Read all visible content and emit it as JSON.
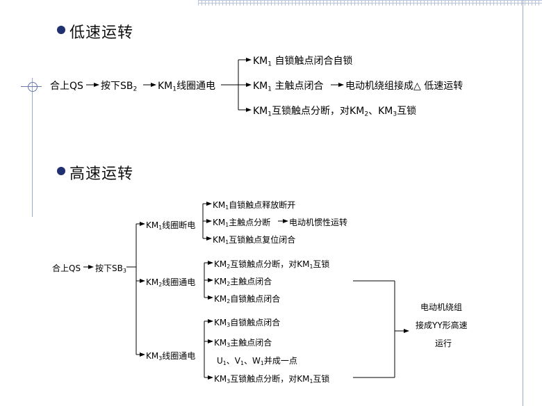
{
  "sections": {
    "low": {
      "title": "低速运转",
      "start": "合上QS",
      "press": "按下SB",
      "press_sub": "2",
      "coil": "KM",
      "coil_sub": "1",
      "coil_rest": "线圈通电",
      "b1_km": "KM",
      "b1_sub": "1",
      "b1_text": "自锁触点闭合自锁",
      "b2_km": "KM",
      "b2_sub": "1",
      "b2_text": "主触点闭合",
      "b2_result": "电动机绕组接成△ 低速运转",
      "b3_km": "KM",
      "b3_sub": "1",
      "b3_text": "互锁触点分断，对KM",
      "b3_sub2": "2",
      "b3_mid": "、KM",
      "b3_sub3": "3",
      "b3_end": "互锁"
    },
    "high": {
      "title": "高速运转",
      "start": "合上QS",
      "press": "按下SB",
      "press_sub": "3",
      "g1": {
        "km": "KM",
        "sub": "1",
        "rest": "线圈断电",
        "i1": "自锁触点释放断开",
        "i2": "主触点分断",
        "i2_result": "电动机惯性运转",
        "i3": "互锁触点复位闭合"
      },
      "g2": {
        "km": "KM",
        "sub": "2",
        "rest": "线圈通电",
        "i1": "互锁触点分断，对KM",
        "i1_sub": "1",
        "i1_end": "互锁",
        "i2": "主触点闭合",
        "i3": "自锁触点闭合"
      },
      "g3": {
        "km": "KM",
        "sub": "3",
        "rest": "线圈通电",
        "i1": "自锁触点闭合",
        "i2": "主触点闭合",
        "i3_u": "U",
        "i3_v": "V",
        "i3_w": "W",
        "i3_sub": "1",
        "i3_end": "并成一点",
        "i4": "互锁触点分断，对KM",
        "i4_sub": "1",
        "i4_end": "互锁"
      },
      "result_l1": "电动机绕组",
      "result_l2": "接成YY形高速",
      "result_l3": "运行"
    }
  }
}
